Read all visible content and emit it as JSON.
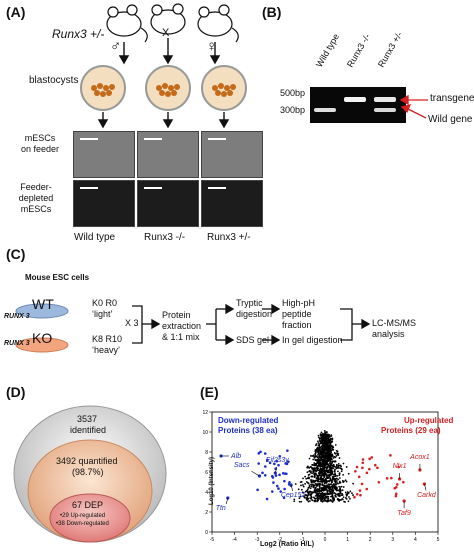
{
  "panel_a": {
    "label": "(A)",
    "genotype_parent": "Runx3 +/-",
    "cross_symbol": "X",
    "male_symbol": "♂",
    "female_symbol": "♀",
    "blastocysts_label": "blastocysts",
    "row_label_feeder": "mESCs on feeder",
    "row_label_depleted": "Feeder-depleted mESCs",
    "columns": [
      "Wild type",
      "Runx3 -/-",
      "Runx3 +/-"
    ]
  },
  "panel_b": {
    "label": "(B)",
    "lanes": [
      "Wild type",
      "Runx3 -/-",
      "Runx3 +/-"
    ],
    "size_markers": [
      "500bp",
      "300bp"
    ],
    "band_labels": [
      "transgene",
      "Wild gene"
    ]
  },
  "panel_c": {
    "label": "(C)",
    "title": "Mouse ESC  cells",
    "rows": [
      {
        "gene": "RUNX 3",
        "genotype": "WT",
        "label_line1": "K0 R0",
        "label_line2": "‘light’"
      },
      {
        "gene": "RUNX 3",
        "genotype": "KO",
        "label_line1": "K8 R10",
        "label_line2": "‘heavy’"
      }
    ],
    "multiplier": "X 3",
    "step_extraction": "Protein extraction & 1:1 mix",
    "step_tryptic": "Tryptic digestion",
    "step_sds": "SDS gel",
    "step_highph": "High-pH peptide fraction",
    "step_ingel": "In gel digestion",
    "step_lcms": "LC-MS/MS analysis"
  },
  "panel_d": {
    "label": "(D)",
    "outer_count": "3537",
    "outer_text": "identified",
    "middle_count": "3492 quantified",
    "middle_pct": "(98.7%)",
    "inner_count": "67 DEP",
    "inner_up": "•29 Up-regulated",
    "inner_down": "•38 Down-regulated"
  },
  "panel_e": {
    "label": "(E)",
    "down_title_1": "Down-regulated",
    "down_title_2": "Proteins (38 ea)",
    "up_title_1": "Up-regulated",
    "up_title_2": "Proteins (29 ea)",
    "colors": {
      "down": "#1d2fc4",
      "up": "#d62020",
      "bulk": "#000000"
    },
    "chart_data": {
      "type": "scatter",
      "xlabel": "Log2 (Ratio H/L)",
      "ylabel": "Log10 (Intensity)",
      "xlim": [
        -5,
        5
      ],
      "ylim": [
        0,
        12
      ],
      "x_ticks": [
        "-5",
        "-4",
        "-3",
        "-2",
        "-1",
        "0",
        "1",
        "2",
        "3",
        "4",
        "5"
      ],
      "y_ticks": [
        "0",
        "2",
        "4",
        "6",
        "8",
        "10",
        "12"
      ],
      "labeled_points": [
        {
          "name": "Alb",
          "x": -4.6,
          "y": 7.6,
          "group": "down"
        },
        {
          "name": "Sacs",
          "x": -2.9,
          "y": 5.6,
          "group": "down"
        },
        {
          "name": "Eif2s3y",
          "x": -2.2,
          "y": 5.9,
          "group": "down"
        },
        {
          "name": "Cep152",
          "x": -1.5,
          "y": 4.7,
          "group": "down"
        },
        {
          "name": "Ttn",
          "x": -4.3,
          "y": 3.4,
          "group": "down"
        },
        {
          "name": "Acox1",
          "x": 4.2,
          "y": 6.2,
          "group": "up"
        },
        {
          "name": "Nlx1",
          "x": 3.3,
          "y": 5.3,
          "group": "up"
        },
        {
          "name": "Carkd",
          "x": 4.4,
          "y": 4.8,
          "group": "up"
        },
        {
          "name": "Taf9",
          "x": 3.5,
          "y": 3.1,
          "group": "up"
        }
      ]
    }
  }
}
